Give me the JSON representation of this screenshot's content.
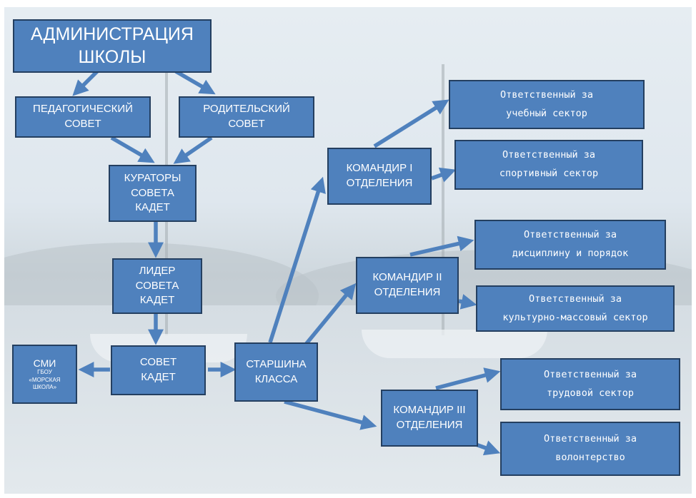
{
  "diagram": {
    "admin": "АДМИНИСТРАЦИЯ\nШКОЛЫ",
    "ped_council": "ПЕДАГОГИЧЕСКИЙ\nСОВЕТ",
    "parent_council": "РОДИТЕЛЬСКИЙ\nСОВЕТ",
    "curators": "КУРАТОРЫ\nСОВЕТА\nКАДЕТ",
    "leader": "ЛИДЕР\nСОВЕТА\nКАДЕТ",
    "cadet_council": "СОВЕТ\nКАДЕТ",
    "smi_title": "СМИ",
    "smi_sub": "ГБОУ\n«МОРСКАЯ\nШКОЛА»",
    "starshina": "СТАРШИНА\nКЛАССА",
    "cmd1": "КОМАНДИР I\nОТДЕЛЕНИЯ",
    "cmd2": "КОМАНДИР II\nОТДЕЛЕНИЯ",
    "cmd3": "КОМАНДИР III\nОТДЕЛЕНИЯ",
    "resp_study": "Ответственный за\nучебный сектор",
    "resp_sport": "Ответственный за\nспортивный сектор",
    "resp_discipline": "Ответственный за\nдисциплину и порядок",
    "resp_culture": "Ответственный за\nкультурно-массовый сектор",
    "resp_labor": "Ответственный за\nтрудовой сектор",
    "resp_volunteer": "Ответственный за\nволонтерство"
  },
  "colors": {
    "box_fill": "#4f81bd",
    "box_border": "#243f60",
    "arrow": "#4f81bd",
    "text": "#ffffff"
  }
}
